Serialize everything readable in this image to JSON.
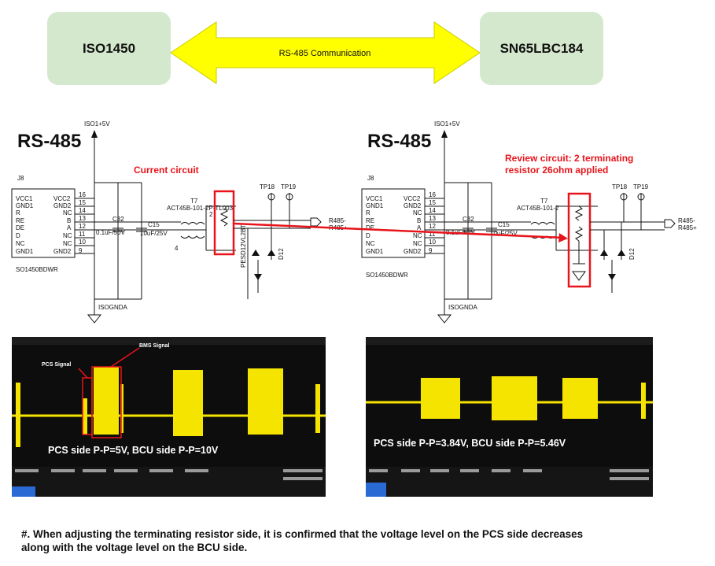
{
  "top": {
    "left_block": "ISO1450",
    "right_block": "SN65LBC184",
    "arrow_label": "RS-485 Communication"
  },
  "schematic_left": {
    "title": "RS-485",
    "power": "ISO1+5V",
    "ref": "J8",
    "part": "SO1450BDWR",
    "ground": "ISOGNDA",
    "note": "Current circuit",
    "pins_left": [
      "VCC1",
      "GND1",
      "R",
      "RE",
      "DE",
      "D",
      "NC",
      "GND1"
    ],
    "pins_right": [
      "VCC2",
      "GND2",
      "NC",
      "B",
      "A",
      "NC",
      "NC",
      "GND2"
    ],
    "pin_numbers": [
      "16",
      "15",
      "14",
      "13",
      "12",
      "11",
      "10",
      "9"
    ],
    "cap1": "C32",
    "cap1_value": "0.1uF/50V",
    "cap2": "C15",
    "cap2_value": "10uF/25V",
    "transformer": "T7",
    "transformer_part": "ACT45B-101-2P-TL003",
    "tvs": "PESD12VL2BT",
    "diode": "D12",
    "tp1": "TP18",
    "tp2": "TP19",
    "out1": "R485-",
    "out2": "R485+"
  },
  "schematic_right": {
    "title": "RS-485",
    "power": "ISO1+5V",
    "ref": "J8",
    "part": "SO1450BDWR",
    "ground": "ISOGNDA",
    "note_line1": "Review circuit: 2 terminating",
    "note_line2": "resistor 26ohm applied",
    "pins_left": [
      "VCC1",
      "GND1",
      "R",
      "RE",
      "DE",
      "D",
      "NC",
      "GND1"
    ],
    "pins_right": [
      "VCC2",
      "GND2",
      "NC",
      "B",
      "A",
      "NC",
      "NC",
      "GND2"
    ],
    "pin_numbers": [
      "16",
      "15",
      "14",
      "13",
      "12",
      "11",
      "10",
      "9"
    ],
    "cap1": "C32",
    "cap1_value": "0.1uF/50V",
    "cap2": "C15",
    "cap2_value": "10uF/25V",
    "transformer": "T7",
    "transformer_part": "ACT45B-101-2",
    "diode": "D12",
    "tp1": "TP18",
    "tp2": "TP19",
    "out1": "R485-",
    "out2": "R485+"
  },
  "scope_left": {
    "pcs_label": "PCS Signal",
    "bms_label": "BMS Signal",
    "caption": "PCS side P-P=5V,  BCU side P-P=10V"
  },
  "scope_right": {
    "caption": "PCS side P-P=3.84V,  BCU side P-P=5.46V"
  },
  "footnote_line1": "#. When adjusting the terminating resistor side, it is confirmed that the voltage level on the PCS side decreases",
  "footnote_line2": "along with the voltage level on the BCU side.",
  "colors": {
    "block_fill": "#d4e8cd",
    "arrow_fill": "#ffff00",
    "highlight": "#e8141b",
    "signal": "#f5e400",
    "scope_bg": "#0d0d0d"
  }
}
